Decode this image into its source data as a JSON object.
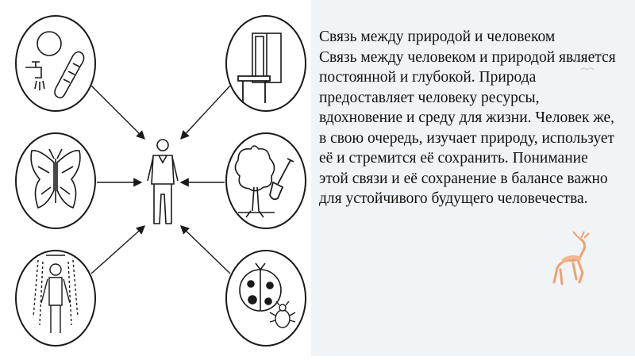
{
  "slide": {
    "title": "Связь между природой и человеком",
    "body": "Связь между человеком и природой является постоянной и глубокой. Природа предоставляет человеку ресурсы, вдохновение и среду для жизни. Человек же, в свою очередь, изучает природу, использует её и стремится её сохранить. Понимание этой связи и её сохранение в балансе важно для устойчивого будущего человечества."
  },
  "diagram": {
    "center": "person-icon",
    "circles": [
      {
        "position": "top-left",
        "icons": [
          "sun-icon",
          "water-tap-icon",
          "bread-icon"
        ]
      },
      {
        "position": "middle-left",
        "icons": [
          "butterfly-icon"
        ]
      },
      {
        "position": "bottom-left",
        "icons": [
          "shower-person-icon"
        ]
      },
      {
        "position": "top-right",
        "icons": [
          "window-icon",
          "table-icon"
        ]
      },
      {
        "position": "middle-right",
        "icons": [
          "tree-icon",
          "shovel-icon"
        ]
      },
      {
        "position": "bottom-right",
        "icons": [
          "ladybug-icon",
          "bug-icon"
        ]
      }
    ]
  },
  "colors": {
    "panel_bg": "#f1f4f6",
    "ink": "#1a1a1a",
    "deer": "#f0a070"
  }
}
